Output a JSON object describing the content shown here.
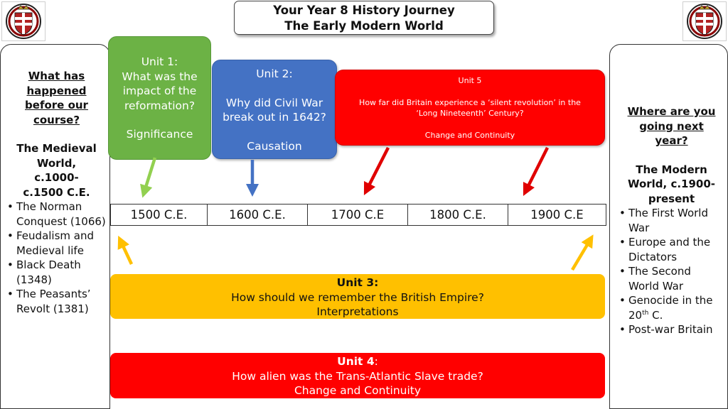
{
  "header": {
    "title_line1": "Your Year 8 History Journey",
    "title_line2": "The Early Modern World"
  },
  "logos": {
    "left_icon": "school-crest-icon",
    "right_icon": "school-crest-icon"
  },
  "left_panel": {
    "heading_lines": [
      "What has",
      "happened",
      "before our",
      "course?"
    ],
    "subheading_lines": [
      "The Medieval",
      "World,",
      "c.1000-",
      "c.1500 C.E."
    ],
    "bullets": [
      "The Norman Conquest (1066)",
      "Feudalism and Medieval life",
      "Black Death (1348)",
      "The Peasants’ Revolt (1381)"
    ]
  },
  "right_panel": {
    "heading_lines": [
      "Where are you",
      "going next",
      "year?"
    ],
    "subheading_lines": [
      "The Modern",
      "World, c.1900-",
      "present"
    ],
    "bullets": [
      "The First World War",
      "Europe and the Dictators",
      "The Second World War",
      "Genocide in the 20",
      "Post-war Britain"
    ],
    "bullet4_sup": "th",
    "bullet4_suffix": " C."
  },
  "units": {
    "unit1": {
      "label": "Unit 1:",
      "question_lines": [
        "What was the",
        "impact of the",
        "reformation?"
      ],
      "concept": "Significance"
    },
    "unit2": {
      "label": "Unit 2:",
      "question_lines": [
        "Why did Civil War",
        "break out in 1642?"
      ],
      "concept": "Causation"
    },
    "unit3": {
      "label": "Unit 3:",
      "question": "How should we remember the British Empire?",
      "concept": "Interpretations"
    },
    "unit4": {
      "label": "Unit 4",
      "label_suffix": ":",
      "question": "How alien was the Trans-Atlantic Slave trade?",
      "concept": "Change and Continuity"
    },
    "unit5": {
      "label": "Unit 5",
      "question_lines": [
        "How far did Britain experience a ‘silent revolution’ in the",
        "‘Long Nineteenth’ Century?"
      ],
      "concept": "Change and Continuity"
    }
  },
  "timeline": [
    "1500 C.E.",
    "1600 C.E.",
    "1700 C.E",
    "1800 C.E.",
    "1900 C.E"
  ],
  "colors": {
    "unit1": "#6cb245",
    "unit2": "#4472c4",
    "unit3": "#ffc000",
    "unit4": "#ff0000",
    "unit5": "#ff0000",
    "arrow_green": "#92d050",
    "arrow_blue": "#4472c4",
    "arrow_red": "#e00000",
    "arrow_yellow": "#ffc000"
  }
}
